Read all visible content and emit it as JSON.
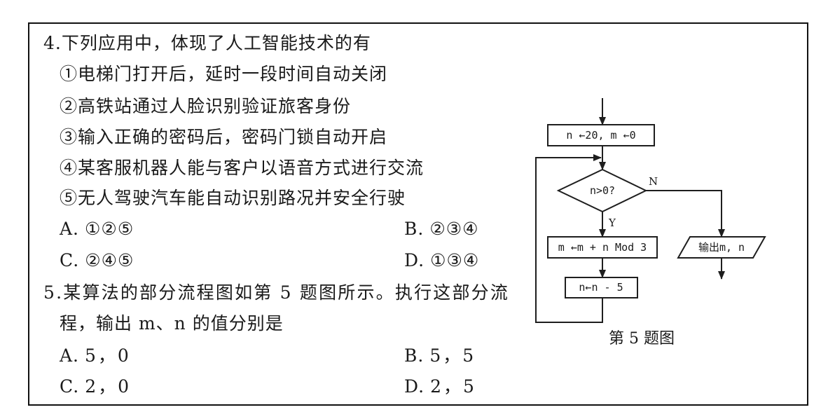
{
  "questions": [
    {
      "number": "4.",
      "stem": "下列应用中，体现了人工智能技术的有",
      "items": [
        "①电梯门打开后，延时一段时间自动关闭",
        "②高铁站通过人脸识别验证旅客身份",
        "③输入正确的密码后，密码门锁自动开启",
        "④某客服机器人能与客户以语音方式进行交流",
        "⑤无人驾驶汽车能自动识别路况并安全行驶"
      ],
      "options": [
        {
          "label": "A.",
          "text": "①②⑤"
        },
        {
          "label": "B.",
          "text": "②③④"
        },
        {
          "label": "C.",
          "text": "②④⑤"
        },
        {
          "label": "D.",
          "text": "①③④"
        }
      ]
    },
    {
      "number": "5.",
      "stem_lines": [
        "某算法的部分流程图如第 5 题图所示。执行这部分流",
        "程，输出 m、n 的值分别是"
      ],
      "options": [
        {
          "label": "A.",
          "text": "5，0"
        },
        {
          "label": "B.",
          "text": "5，5"
        },
        {
          "label": "C.",
          "text": "2，0"
        },
        {
          "label": "D.",
          "text": "2，5"
        }
      ]
    }
  ],
  "flowchart": {
    "init": "n ←20, m ←0",
    "condition": "n>0?",
    "yes_label": "Y",
    "no_label": "N",
    "update_m": "m ←m + n Mod 3",
    "update_n": "n←n - 5",
    "output": "输出m, n",
    "caption": "第 5 题图"
  }
}
